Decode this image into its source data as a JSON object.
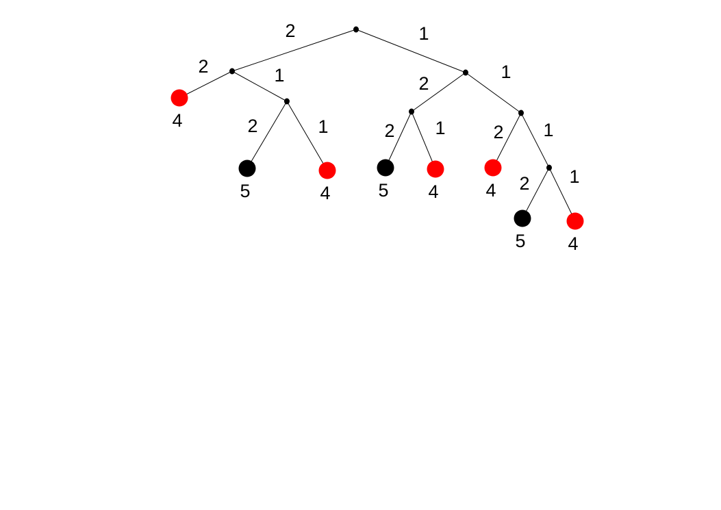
{
  "colors": {
    "red": "#ff0000",
    "black": "#000000",
    "edge": "#000000"
  },
  "tree": {
    "nodes": [
      {
        "id": "root",
        "type": "internal"
      },
      {
        "id": "n1",
        "type": "internal"
      },
      {
        "id": "n2",
        "type": "internal"
      },
      {
        "id": "n3",
        "type": "internal"
      },
      {
        "id": "n4",
        "type": "internal"
      },
      {
        "id": "n5",
        "type": "internal"
      },
      {
        "id": "n6",
        "type": "internal"
      },
      {
        "id": "leaf-a",
        "type": "leaf",
        "color": "red",
        "label": "4"
      },
      {
        "id": "leaf-b",
        "type": "leaf",
        "color": "black",
        "label": "5"
      },
      {
        "id": "leaf-c",
        "type": "leaf",
        "color": "red",
        "label": "4"
      },
      {
        "id": "leaf-d",
        "type": "leaf",
        "color": "black",
        "label": "5"
      },
      {
        "id": "leaf-e",
        "type": "leaf",
        "color": "red",
        "label": "4"
      },
      {
        "id": "leaf-f",
        "type": "leaf",
        "color": "red",
        "label": "4"
      },
      {
        "id": "leaf-g",
        "type": "leaf",
        "color": "black",
        "label": "5"
      },
      {
        "id": "leaf-h",
        "type": "leaf",
        "color": "red",
        "label": "4"
      }
    ],
    "edges": [
      {
        "from": "root",
        "to": "n1",
        "label": "2"
      },
      {
        "from": "root",
        "to": "n2",
        "label": "1"
      },
      {
        "from": "n1",
        "to": "leaf-a",
        "label": "2"
      },
      {
        "from": "n1",
        "to": "n3",
        "label": "1"
      },
      {
        "from": "n3",
        "to": "leaf-b",
        "label": "2"
      },
      {
        "from": "n3",
        "to": "leaf-c",
        "label": "1"
      },
      {
        "from": "n2",
        "to": "n4",
        "label": "2"
      },
      {
        "from": "n2",
        "to": "n5",
        "label": "1"
      },
      {
        "from": "n4",
        "to": "leaf-d",
        "label": "2"
      },
      {
        "from": "n4",
        "to": "leaf-e",
        "label": "1"
      },
      {
        "from": "n5",
        "to": "leaf-f",
        "label": "2"
      },
      {
        "from": "n5",
        "to": "n6",
        "label": "1"
      },
      {
        "from": "n6",
        "to": "leaf-g",
        "label": "2"
      },
      {
        "from": "n6",
        "to": "leaf-h",
        "label": "1"
      }
    ]
  }
}
